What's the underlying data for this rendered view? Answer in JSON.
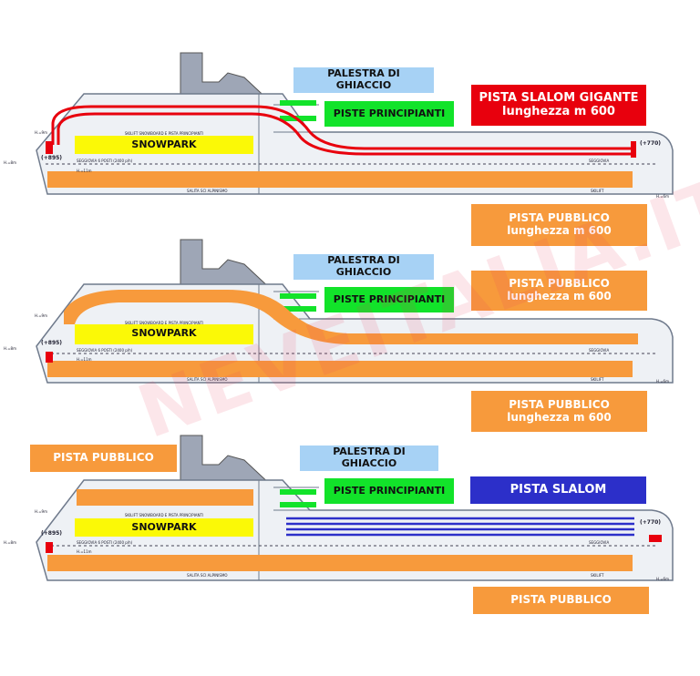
{
  "labels": {
    "palestra": [
      "PALESTRA DI",
      "GHIACCIO"
    ],
    "principianti": "PISTE PRINCIPIANTI",
    "snowpark": "SNOWPARK",
    "gigante": [
      "PISTA SLALOM GIGANTE",
      "lunghezza m 600"
    ],
    "pubblico_600": [
      "PISTA PUBBLICO",
      "lunghezza m 600"
    ],
    "pubblico": "PISTA PUBBLICO",
    "slalom": "PISTA SLALOM"
  },
  "plan": {
    "skilift_snowboard": "SKILIFT SNOWBOARD E PISTA PRINCIPIANTI",
    "seggiovia_posti": "SEGGIOVIA 6 POSTI (2400 p/h)",
    "seggiovia": "SEGGIOVIA",
    "salita": "SALITA SCI ALPINISMO",
    "skilift": "SKILIFT",
    "elev_left": "(+895)",
    "elev_right": "(+770)",
    "h_9m": "H.=9m",
    "h_11m": "H.=11m",
    "h_8m": "H.=8m",
    "h_6m": "H.=6m"
  },
  "watermark": "NEVEITALIA.IT",
  "colors": {
    "orange": "#f79a3c",
    "red": "#e8000d",
    "blue": "#2c2fc9",
    "green": "#12e32a",
    "light_blue": "#a7d2f5",
    "yellow": "#fbf906"
  }
}
